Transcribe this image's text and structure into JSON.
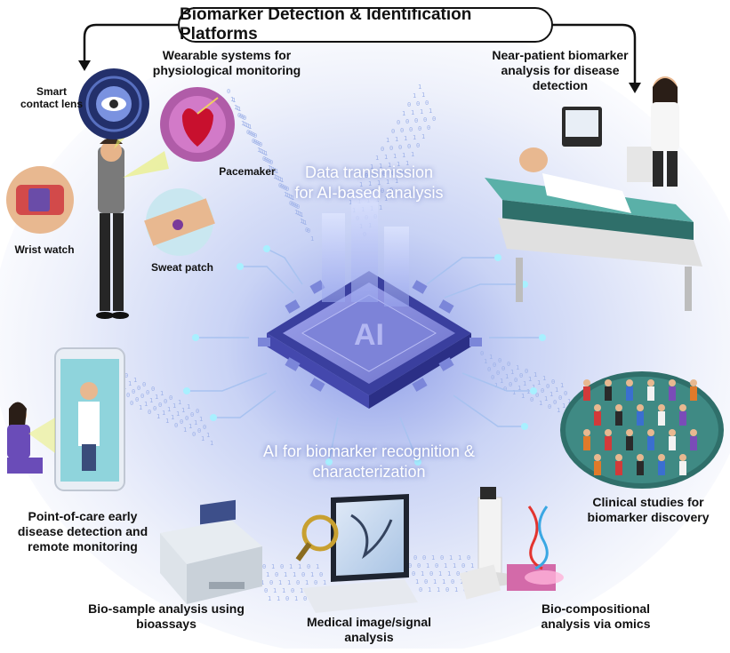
{
  "title": "Biomarker Detection & Identification Platforms",
  "center": {
    "top_label": [
      "Data transmission",
      "for AI-based analysis"
    ],
    "chip_text": "AI",
    "bottom_label": [
      "AI for biomarker recognition &",
      "characterization"
    ]
  },
  "labels": {
    "wearable": [
      "Wearable systems for",
      "physiological monitoring"
    ],
    "contact_lens": [
      "Smart",
      "contact lens"
    ],
    "pacemaker": "Pacemaker",
    "wrist_watch": "Wrist watch",
    "sweat_patch": "Sweat patch",
    "near_patient": [
      "Near-patient biomarker",
      "analysis for disease",
      "detection"
    ],
    "point_of_care": [
      "Point-of-care early",
      "disease detection and",
      "remote monitoring"
    ],
    "bio_sample": [
      "Bio-sample analysis using",
      "bioassays"
    ],
    "medical_image": [
      "Medical image/signal",
      "analysis"
    ],
    "bio_compositional": [
      "Bio-compositional",
      "analysis via omics"
    ],
    "clinical": [
      "Clinical studies for",
      "biomarker discovery"
    ]
  },
  "colors": {
    "background_glow": "#c9d3f5",
    "chip_top": "#8f93e0",
    "chip_side": "#3a3f9e",
    "accent_blue": "#4a5fd0",
    "binary_text": "#9fb2e8",
    "circuit_dot": "#a8f0ff"
  }
}
